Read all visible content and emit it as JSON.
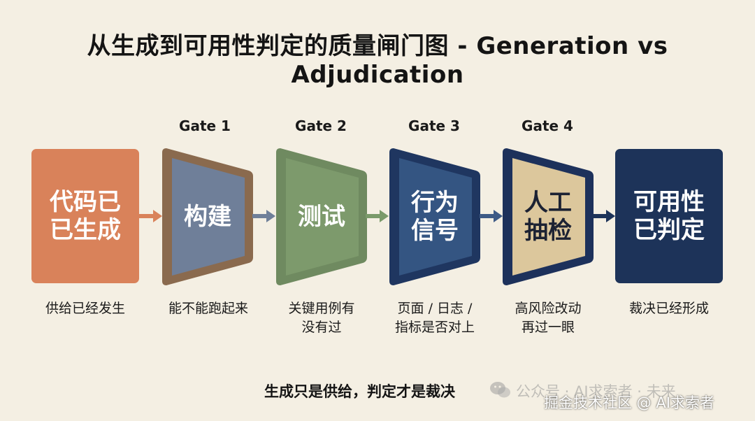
{
  "title": "从生成到可用性判定的质量闸门图 - Generation vs Adjudication",
  "gates": [
    {
      "label": "Gate 1",
      "text": "构建",
      "caption": "能不能跑起来",
      "outer": "#8a6a4e",
      "inner": "#6f7f99"
    },
    {
      "label": "Gate 2",
      "text": "测试",
      "caption": "关键用例有\n没有过",
      "outer": "#6f8a60",
      "inner": "#7d9a6c"
    },
    {
      "label": "Gate 3",
      "text": "行为\n信号",
      "caption": "页面 / 日志 /\n指标是否对上",
      "outer": "#1f3660",
      "inner": "#345582"
    },
    {
      "label": "Gate 4",
      "text": "人工\n抽检",
      "caption": "高风险改动\n再过一眼",
      "outer": "#1d315b",
      "inner": "#dcc79c"
    }
  ],
  "start": {
    "text": "代码已\n已生成",
    "caption": "供给已经发生",
    "color": "#d9825a"
  },
  "end": {
    "text": "可用性\n已判定",
    "caption": "裁决已经形成",
    "color": "#1d3359"
  },
  "arrow_colors": [
    "#d9825a",
    "#6f7f99",
    "#7a9a6a",
    "#3d5a86",
    "#1d3359"
  ],
  "bottom_text": "生成只是供给，判定才是裁决",
  "watermark": {
    "top": "公众号 · AI求索者 · 未来",
    "bottom": "掘金技术社区 @ AI求索者"
  }
}
